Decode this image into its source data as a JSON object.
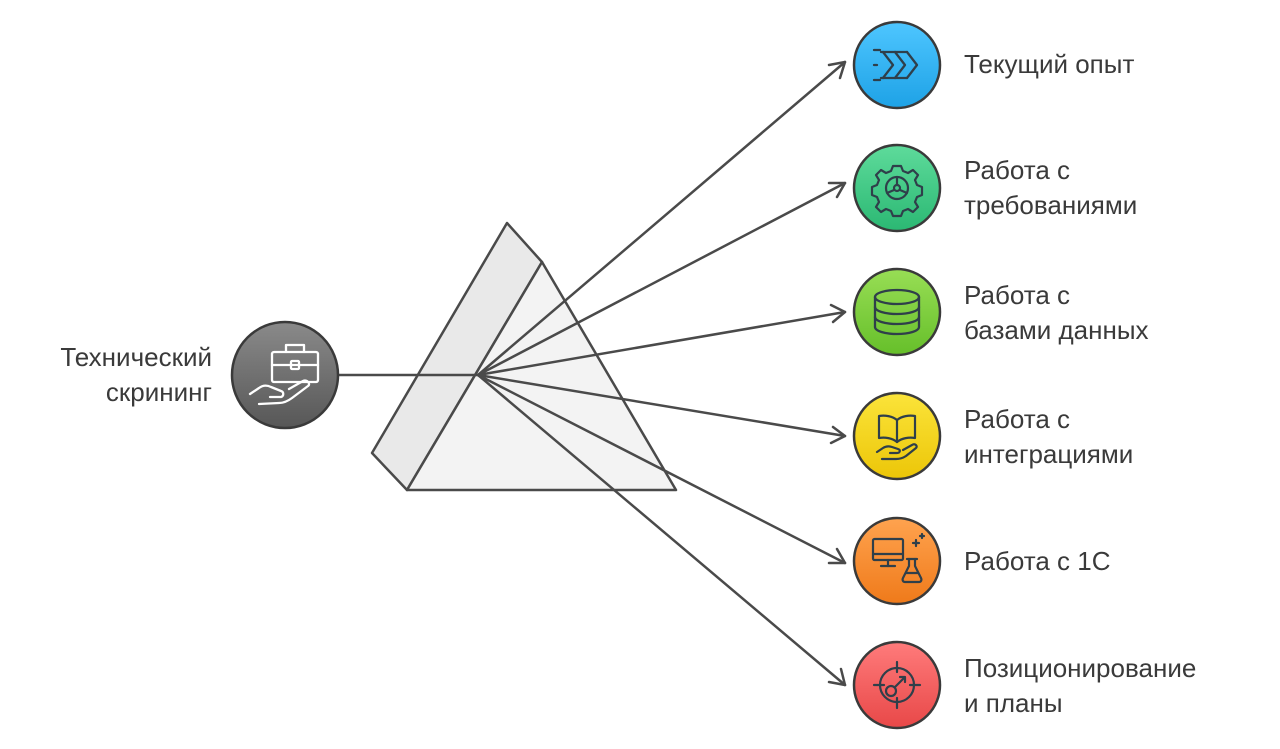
{
  "source": {
    "label_lines": [
      "Технический",
      "скрининг"
    ],
    "icon": "briefcase-hand-icon",
    "color": "#6d6d6d"
  },
  "outputs": [
    {
      "label_lines": [
        "Текущий опыт"
      ],
      "icon": "forward-chevrons-icon",
      "color": "#2fb6f2"
    },
    {
      "label_lines": [
        "Работа с",
        "требованиями"
      ],
      "icon": "gear-icon",
      "color": "#38c985"
    },
    {
      "label_lines": [
        "Работа с",
        "базами данных"
      ],
      "icon": "database-icon",
      "color": "#7ccf3a"
    },
    {
      "label_lines": [
        "Работа с",
        "интеграциями"
      ],
      "icon": "book-hand-icon",
      "color": "#f2d20f"
    },
    {
      "label_lines": [
        "Работа с 1С"
      ],
      "icon": "monitor-flask-icon",
      "color": "#f58a2e"
    },
    {
      "label_lines": [
        "Позиционирование",
        "и планы"
      ],
      "icon": "target-icon",
      "color": "#f05b5b"
    }
  ]
}
